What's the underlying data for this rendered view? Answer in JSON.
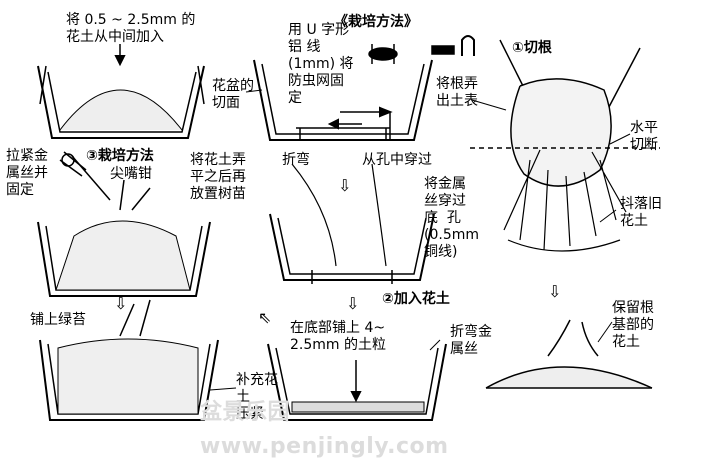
{
  "title": "《栽培方法》",
  "step1_label": "①切根",
  "step2_label": "②加入花土",
  "step3_label": "③栽培方法",
  "labels": {
    "add_soil_top": "将 0.5 ~ 2.5mm 的\n花土从中间加入",
    "pot_cut": "花盆的\n切面",
    "wire_fix": "用 U 字形\n铝 线\n(1mm) 将\n防虫网固\n定",
    "bend": "折弯",
    "through_hole": "从孔中穿过",
    "expose_root": "将根弄\n出土表",
    "horizontal_cut": "水平\n切断",
    "shake_soil": "抖落旧\n花土",
    "keep_base": "保留根\n基部的\n花土",
    "level_then_place": "将花土弄\n平之后再\n放置树苗",
    "wire_thread": "将金属\n丝穿过\n底  孔\n(0.5mm\n铜线)",
    "pliers": "尖嘴钳",
    "tighten_wire": "拉紧金\n属丝并\n固定",
    "moss": "铺上绿苔",
    "bottom_soil": "在底部铺上 4~\n2.5mm 的土粒",
    "bend_wire": "折弯金\n属丝",
    "add_more_soil": "补充花\n土\n压紧"
  },
  "watermark": "盆景乐园 www.penjingly.com",
  "icons": [
    "u-wire-icon",
    "wire-mesh-icon",
    "pliers-icon",
    "down-arrow-icon",
    "diagonal-arrow-icon"
  ]
}
